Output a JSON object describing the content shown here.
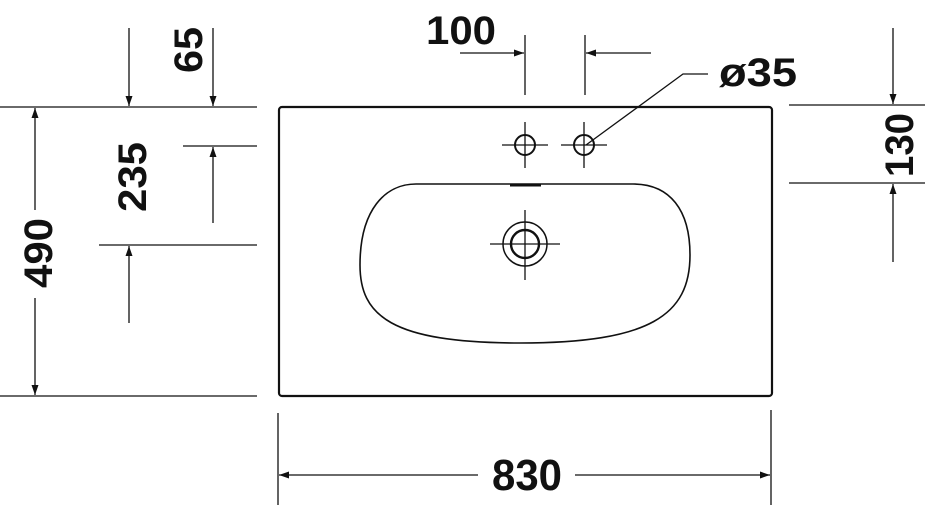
{
  "drawing": {
    "type": "technical dimension drawing - washbasin top view",
    "line_color": "#111111",
    "background": "#ffffff"
  },
  "dimensions": {
    "overall_width": "830",
    "overall_depth": "490",
    "tap_hole_spacing": "100",
    "tap_hole_diameter": "ø35",
    "front_to_tap": "65",
    "tap_to_drain": "235",
    "back_to_bowl": "130"
  }
}
